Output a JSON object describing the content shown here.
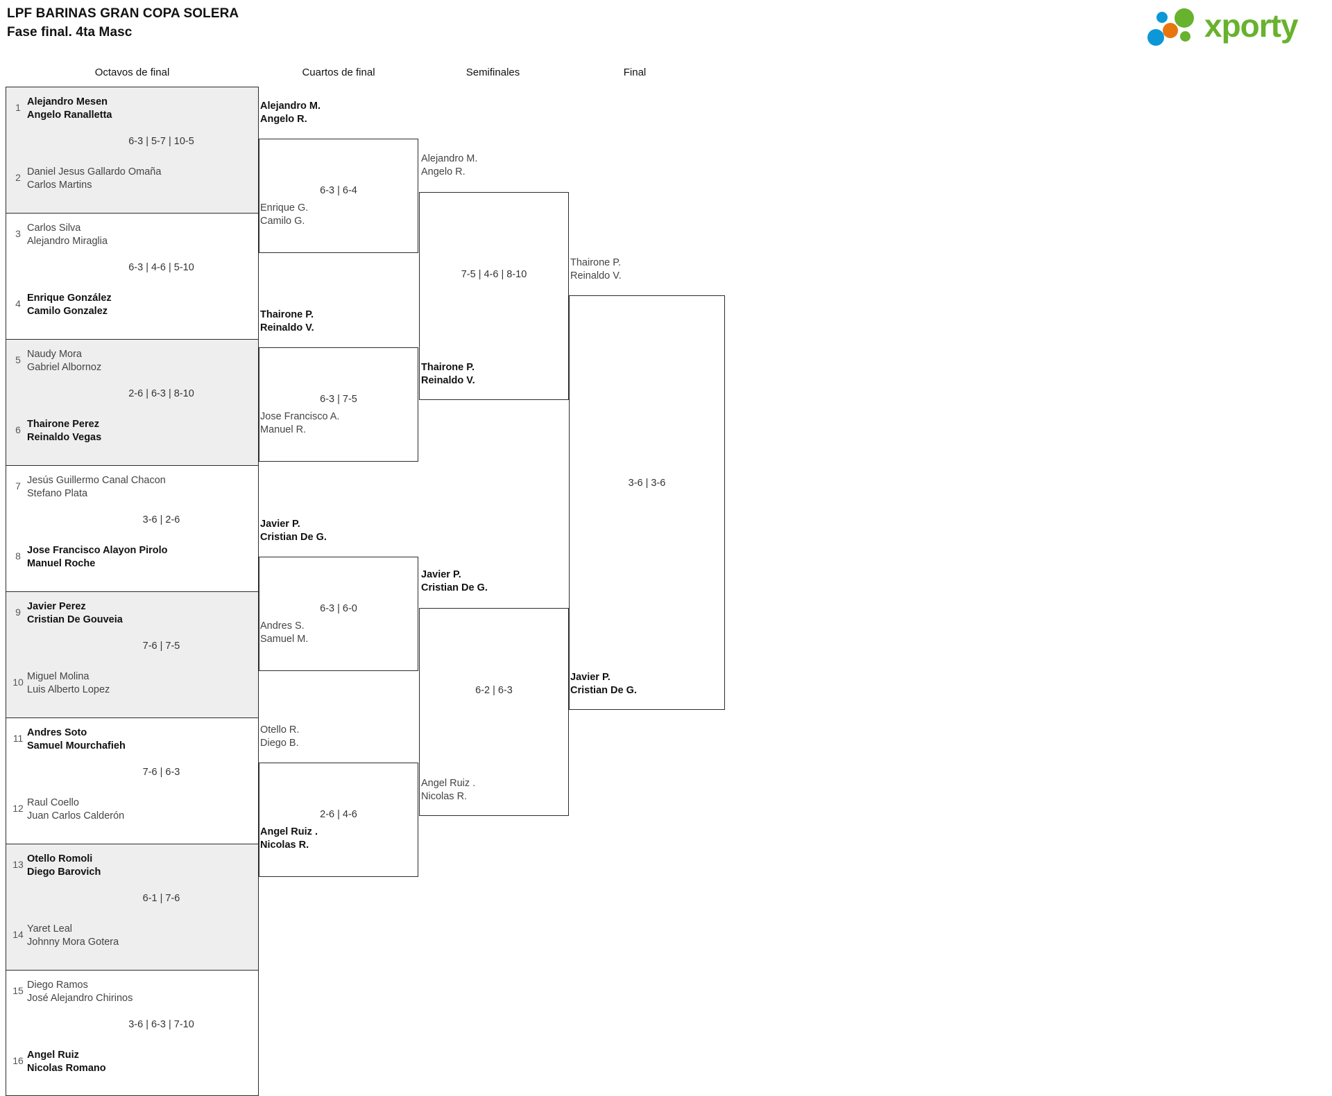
{
  "header": {
    "title_line1": "LPF BARINAS GRAN COPA SOLERA",
    "title_line2": "Fase final. 4ta Masc",
    "logo_text": "xporty",
    "logo_colors": {
      "green": "#67b22e",
      "blue": "#0d97d6",
      "orange": "#e8760d"
    }
  },
  "rounds": [
    {
      "label": "Octavos de final"
    },
    {
      "label": "Cuartos de final"
    },
    {
      "label": "Semifinales"
    },
    {
      "label": "Final"
    }
  ],
  "round1": [
    {
      "shaded": true,
      "top": {
        "seed": "1",
        "p1": "Alejandro Mesen",
        "p2": "Angelo Ranalletta",
        "winner": true
      },
      "score": "6-3 | 5-7 | 10-5",
      "bottom": {
        "seed": "2",
        "p1": "Daniel Jesus Gallardo Omaña",
        "p2": "Carlos Martins",
        "winner": false
      }
    },
    {
      "shaded": false,
      "top": {
        "seed": "3",
        "p1": "Carlos Silva",
        "p2": "Alejandro Miraglia",
        "winner": false
      },
      "score": "6-3 | 4-6 | 5-10",
      "bottom": {
        "seed": "4",
        "p1": "Enrique González",
        "p2": "Camilo Gonzalez",
        "winner": true
      }
    },
    {
      "shaded": true,
      "top": {
        "seed": "5",
        "p1": "Naudy Mora",
        "p2": "Gabriel Albornoz",
        "winner": false
      },
      "score": "2-6 | 6-3 | 8-10",
      "bottom": {
        "seed": "6",
        "p1": "Thairone Perez",
        "p2": "Reinaldo Vegas",
        "winner": true
      }
    },
    {
      "shaded": false,
      "top": {
        "seed": "7",
        "p1": "Jesús Guillermo Canal Chacon",
        "p2": "Stefano Plata",
        "winner": false
      },
      "score": "3-6 | 2-6",
      "bottom": {
        "seed": "8",
        "p1": "Jose Francisco Alayon Pirolo",
        "p2": "Manuel Roche",
        "winner": true
      }
    },
    {
      "shaded": true,
      "top": {
        "seed": "9",
        "p1": "Javier Perez",
        "p2": "Cristian De Gouveia",
        "winner": true
      },
      "score": "7-6 | 7-5",
      "bottom": {
        "seed": "10",
        "p1": "Miguel Molina",
        "p2": "Luis Alberto Lopez",
        "winner": false
      }
    },
    {
      "shaded": false,
      "top": {
        "seed": "11",
        "p1": "Andres Soto",
        "p2": "Samuel Mourchafieh",
        "winner": true
      },
      "score": "7-6 | 6-3",
      "bottom": {
        "seed": "12",
        "p1": "Raul Coello",
        "p2": "Juan Carlos Calderón",
        "winner": false
      }
    },
    {
      "shaded": true,
      "top": {
        "seed": "13",
        "p1": "Otello Romoli",
        "p2": "Diego Barovich",
        "winner": true
      },
      "score": "6-1 | 7-6",
      "bottom": {
        "seed": "14",
        "p1": "Yaret Leal",
        "p2": "Johnny Mora Gotera",
        "winner": false
      }
    },
    {
      "shaded": false,
      "top": {
        "seed": "15",
        "p1": "Diego Ramos",
        "p2": "José Alejandro Chirinos",
        "winner": false
      },
      "score": "3-6 | 6-3 | 7-10",
      "bottom": {
        "seed": "16",
        "p1": "Angel Ruiz",
        "p2": "Nicolas Romano",
        "winner": true
      }
    }
  ],
  "round2": [
    {
      "top": {
        "p1": "Alejandro M.",
        "p2": "Angelo R.",
        "winner": true
      },
      "score": "6-3 | 6-4",
      "bottom": {
        "p1": "Enrique G.",
        "p2": "Camilo G.",
        "winner": false
      }
    },
    {
      "top": {
        "p1": "Thairone P.",
        "p2": "Reinaldo V.",
        "winner": true
      },
      "score": "6-3 | 7-5",
      "bottom": {
        "p1": "Jose Francisco A.",
        "p2": "Manuel R.",
        "winner": false
      }
    },
    {
      "top": {
        "p1": "Javier P.",
        "p2": "Cristian De G.",
        "winner": true
      },
      "score": "6-3 | 6-0",
      "bottom": {
        "p1": "Andres S.",
        "p2": "Samuel M.",
        "winner": false
      }
    },
    {
      "top": {
        "p1": "Otello R.",
        "p2": "Diego B.",
        "winner": false
      },
      "score": "2-6 | 4-6",
      "bottom": {
        "p1": "Angel Ruiz .",
        "p2": "Nicolas R.",
        "winner": true
      }
    }
  ],
  "round3": [
    {
      "top": {
        "p1": "Alejandro M.",
        "p2": "Angelo R.",
        "winner": false
      },
      "score": "7-5 | 4-6 | 8-10",
      "bottom": {
        "p1": "Thairone P.",
        "p2": "Reinaldo V.",
        "winner": true
      }
    },
    {
      "top": {
        "p1": "Javier P.",
        "p2": "Cristian De G.",
        "winner": true
      },
      "score": "6-2 | 6-3",
      "bottom": {
        "p1": "Angel Ruiz .",
        "p2": "Nicolas R.",
        "winner": false
      }
    }
  ],
  "round4": [
    {
      "top": {
        "p1": "Thairone P.",
        "p2": "Reinaldo V.",
        "winner": false
      },
      "score": "3-6 | 3-6",
      "bottom": {
        "p1": "Javier P.",
        "p2": "Cristian De G.",
        "winner": true
      }
    }
  ]
}
